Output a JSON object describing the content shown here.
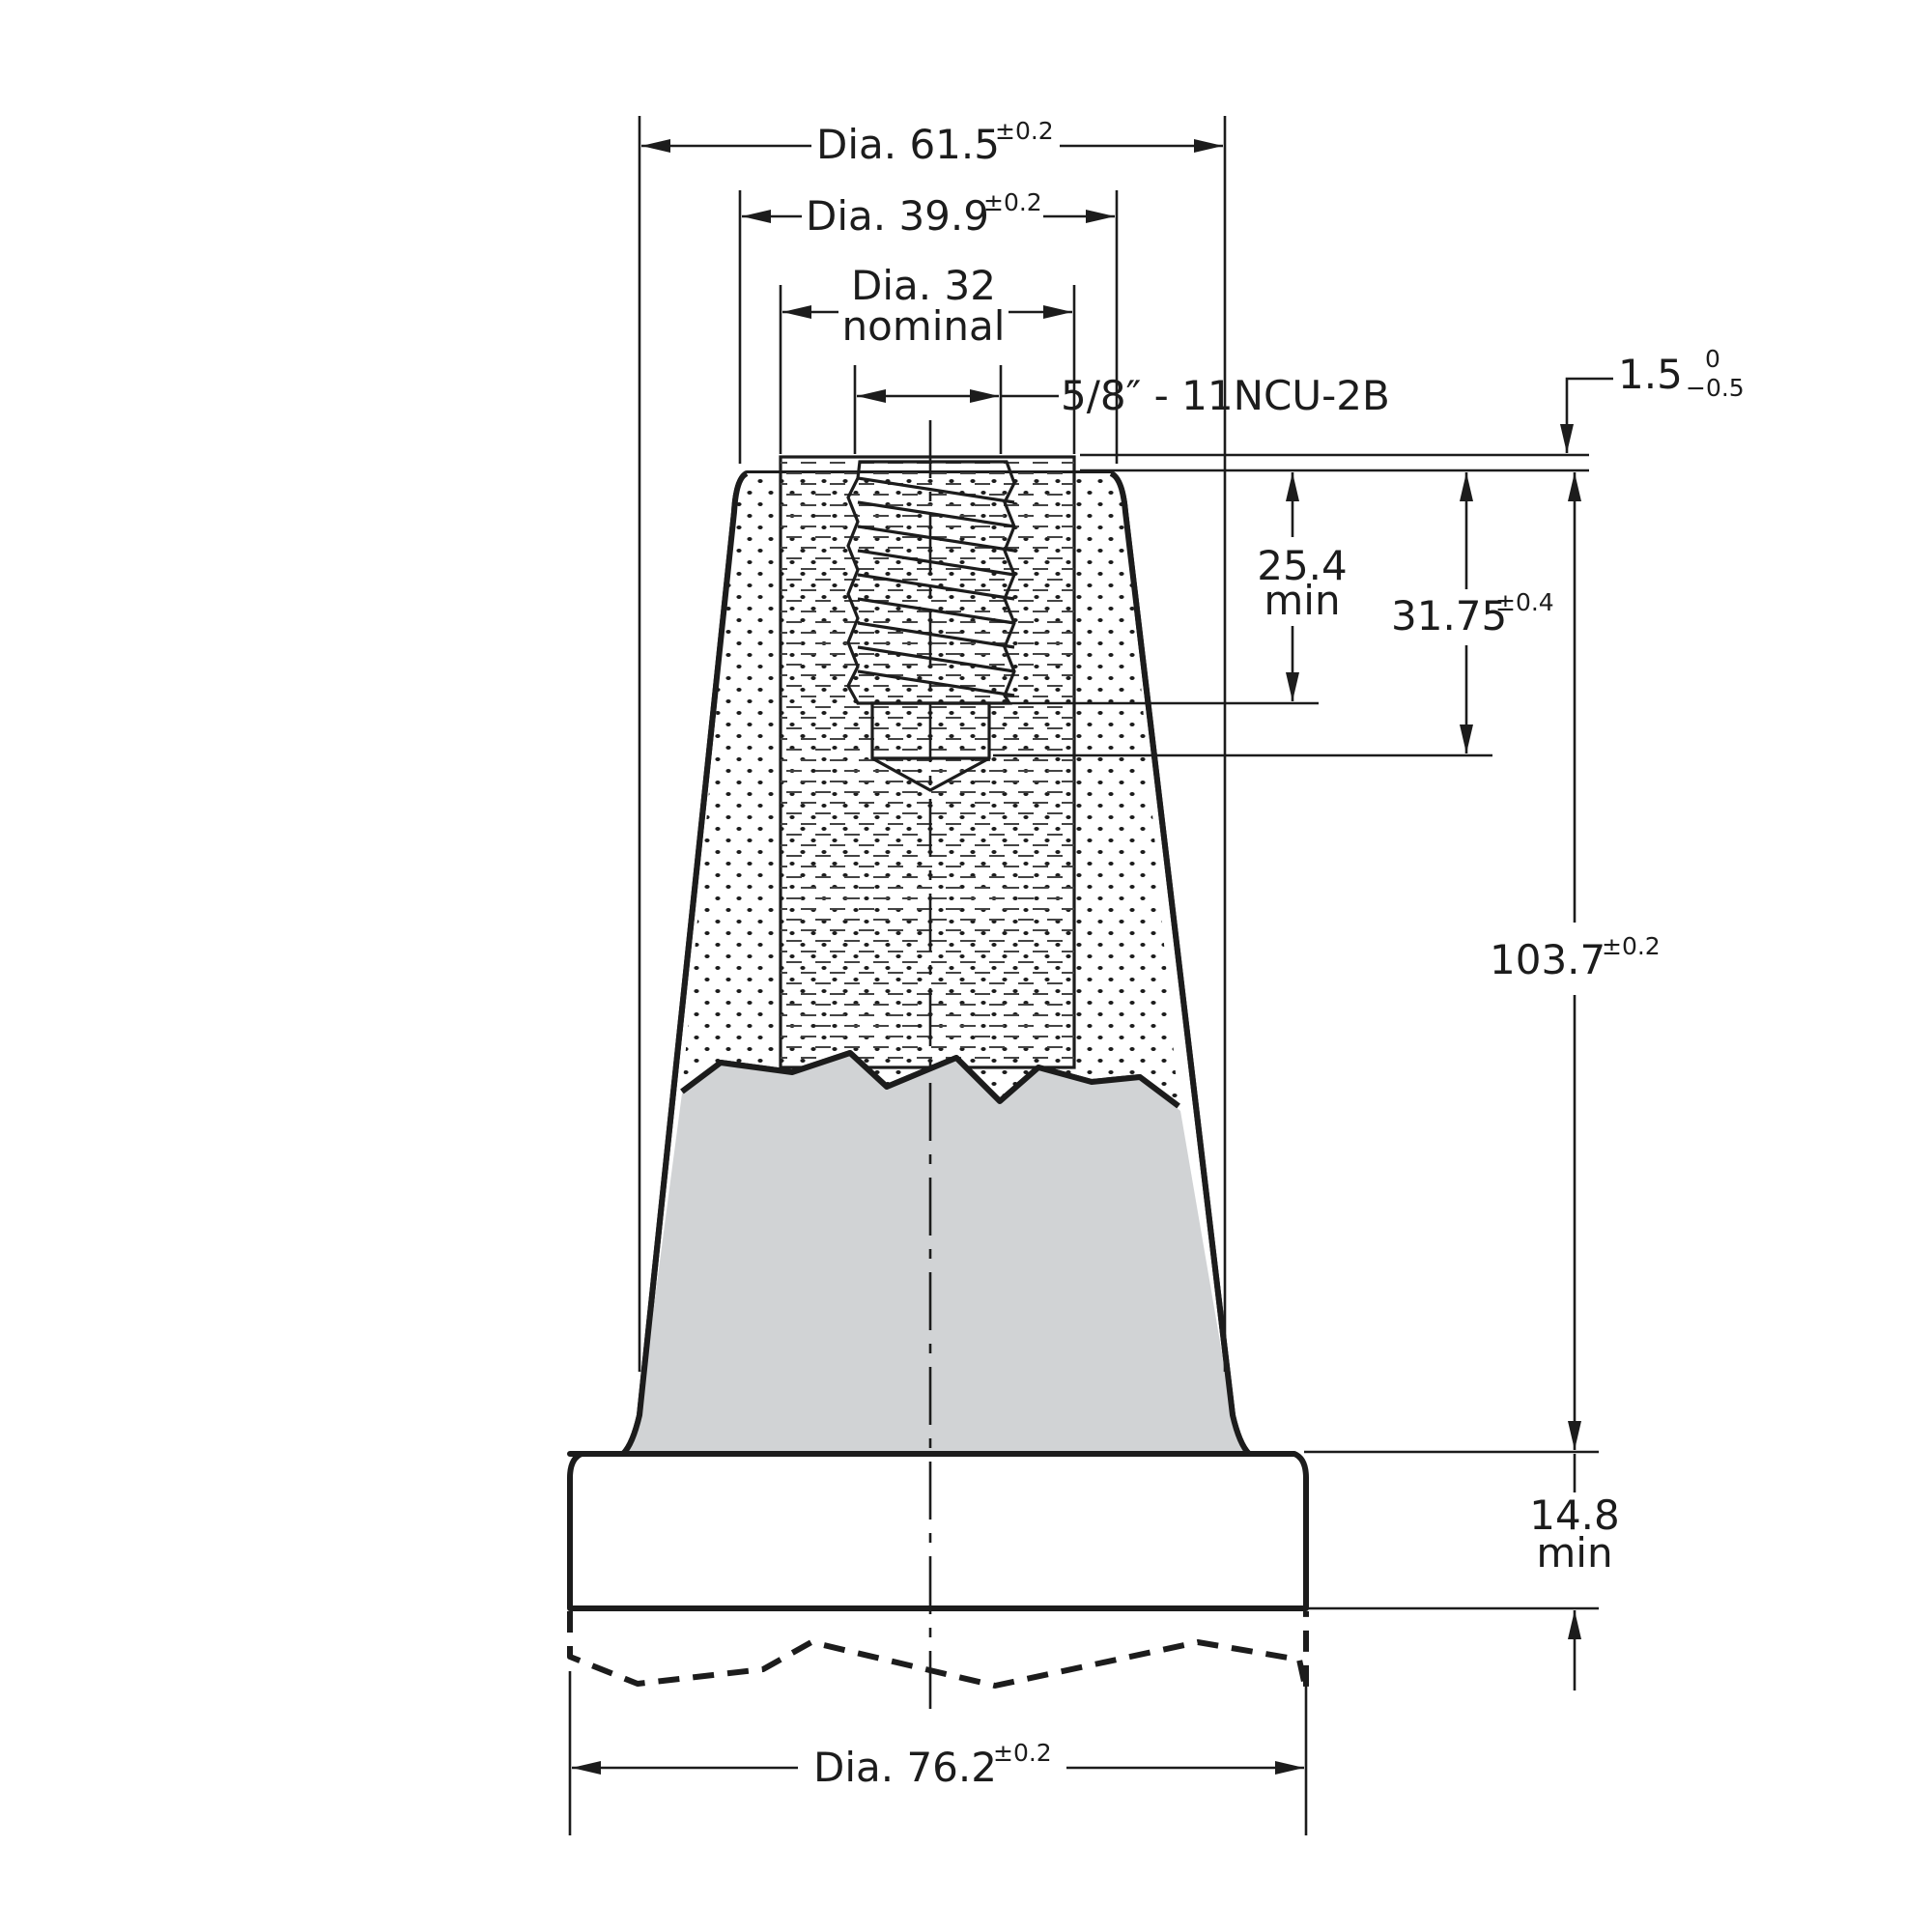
{
  "dimensions": {
    "dia_outer_top": {
      "label": "Dia. 61.5",
      "tol": "±0.2"
    },
    "dia_shoulder": {
      "label": "Dia. 39.9",
      "tol": "±0.2"
    },
    "dia_insert": {
      "label": "Dia. 32",
      "label2": "nominal"
    },
    "thread": {
      "label": "5/8″ - 11NCU-2B"
    },
    "top_recess": {
      "label": "1.5",
      "tol_upper": "0",
      "tol_lower": "−0.5"
    },
    "thread_depth": {
      "label": "25.4",
      "label2": "min"
    },
    "bore_depth": {
      "label": "31.75",
      "tol": "±0.4"
    },
    "total_height": {
      "label": "103.7",
      "tol": "±0.2"
    },
    "base_height": {
      "label": "14.8",
      "label2": "min"
    },
    "dia_base": {
      "label": "Dia. 76.2",
      "tol": "±0.2"
    }
  },
  "colors": {
    "line": "#1c1c1c",
    "body_fill": "#d1d3d5",
    "cut_fill": "#ffffff"
  }
}
